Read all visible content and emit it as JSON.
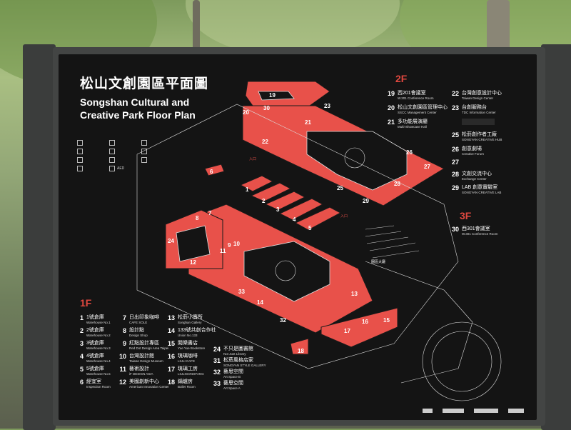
{
  "title_zh": "松山文創園區平面圖",
  "title_en_line1": "Songshan Cultural and",
  "title_en_line2": "Creative Park Floor Plan",
  "floors": {
    "f1": "1F",
    "f2": "2F",
    "f3": "3F"
  },
  "map_labels": {
    "entrance1": "入口",
    "entrance2": "入口",
    "lobby": "園區大廳"
  },
  "legend": [
    "",
    "",
    "",
    "",
    "",
    "",
    "",
    "",
    "",
    "",
    "AED"
  ],
  "entries_1f": [
    {
      "num": "1",
      "zh": "1號倉庫",
      "en": "Warehouse No.1"
    },
    {
      "num": "2",
      "zh": "2號倉庫",
      "en": "Warehouse No.2"
    },
    {
      "num": "3",
      "zh": "3號倉庫",
      "en": "Warehouse No.3"
    },
    {
      "num": "4",
      "zh": "4號倉庫",
      "en": "Warehouse No.4"
    },
    {
      "num": "5",
      "zh": "5號倉庫",
      "en": "Warehouse No.5"
    },
    {
      "num": "6",
      "zh": "經宜室",
      "en": "Inspection Room"
    },
    {
      "num": "7",
      "zh": "日出印象咖啡",
      "en": "CAFE SOLE"
    },
    {
      "num": "8",
      "zh": "設計點",
      "en": "Design Shop"
    },
    {
      "num": "9",
      "zh": "紅點設計專區",
      "en": "Red Dot Design Area Taipei"
    },
    {
      "num": "10",
      "zh": "台灣設計館",
      "en": "Taiwan Design Museum"
    },
    {
      "num": "11",
      "zh": "藝術設計",
      "en": "iF DESIGN ASIA"
    },
    {
      "num": "12",
      "zh": "美國創新中心",
      "en": "American Innovation Center"
    },
    {
      "num": "13",
      "zh": "松菸小賣所",
      "en": "Songhan Gallery"
    },
    {
      "num": "14",
      "zh": "133號共創合作社",
      "en": "Union No.133"
    },
    {
      "num": "15",
      "zh": "閱樂書店",
      "en": "Yue Yue Bookstore"
    },
    {
      "num": "16",
      "zh": "琉璃咖啡",
      "en": "LIULI CAFE"
    },
    {
      "num": "17",
      "zh": "琉璃工房",
      "en": "LIULIGONGFANG"
    },
    {
      "num": "18",
      "zh": "鍋爐房",
      "en": "Boiler Room"
    },
    {
      "num": "24",
      "zh": "不只是圖書館",
      "en": "Not Just Library"
    },
    {
      "num": "31",
      "zh": "松菸風格店家",
      "en": "SONGYAN STYLE GALLERY"
    },
    {
      "num": "32",
      "zh": "藝思空間",
      "en": "Art Space B"
    },
    {
      "num": "33",
      "zh": "藝思空間",
      "en": "Art Space A"
    }
  ],
  "entries_2f": [
    {
      "num": "19",
      "zh": "西201會議室",
      "en": "W.201 Conference Room"
    },
    {
      "num": "20",
      "zh": "松山文創園區管理中心",
      "en": "SSCC Management Center"
    },
    {
      "num": "21",
      "zh": "多功能展演廳",
      "en": "Multi-Showcase Hall"
    },
    {
      "num": "22",
      "zh": "台灣創意設計中心",
      "en": "Taiwan Design Center"
    },
    {
      "num": "23",
      "zh": "台創服務台",
      "en": "TDC Information Center"
    },
    {
      "num": "25",
      "zh": "松菸創作者工廠",
      "en": "SONGYAN CREATIVE HUB"
    },
    {
      "num": "26",
      "zh": "創意劇場",
      "en": "Creative Forum"
    },
    {
      "num": "27",
      "zh": "",
      "en": ""
    },
    {
      "num": "28",
      "zh": "文創交流中心",
      "en": "Exchange Center"
    },
    {
      "num": "29",
      "zh": "LAB 創意實驗室",
      "en": "SONGYAN CREATIVE LAB"
    }
  ],
  "entries_3f": [
    {
      "num": "30",
      "zh": "西301會議室",
      "en": "W.301 Conference Room"
    }
  ],
  "numbers_on_map": [
    "1",
    "2",
    "3",
    "4",
    "5",
    "6",
    "7",
    "8",
    "9",
    "10",
    "11",
    "12",
    "13",
    "14",
    "15",
    "16",
    "17",
    "18",
    "19",
    "20",
    "21",
    "22",
    "23",
    "24",
    "25",
    "26",
    "27",
    "28",
    "29",
    "30",
    "32",
    "33"
  ],
  "colors": {
    "accent": "#e8514a",
    "board": "#141414",
    "outline": "#dddddd"
  }
}
